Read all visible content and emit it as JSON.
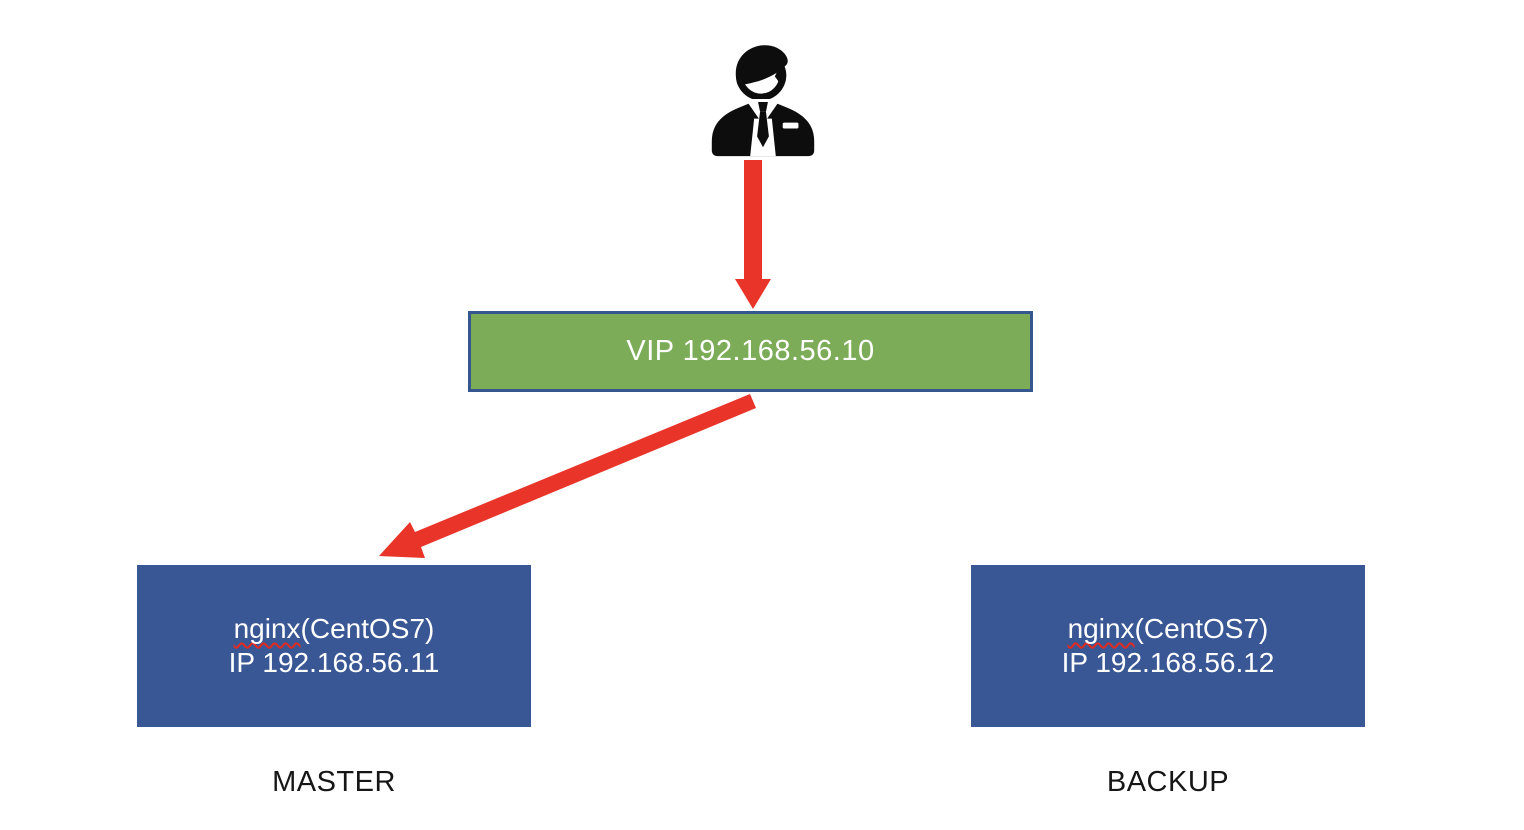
{
  "colors": {
    "arrow_red": "#e93529",
    "vip_green_fill": "#7cac58",
    "vip_border_navy": "#35568f",
    "node_blue_fill": "#3a5795",
    "icon_black": "#0d0d0d",
    "box_text_white": "#ffffff",
    "caption_black": "#161616",
    "spellcheck_squiggle_red": "#e02b20",
    "background": "#ffffff"
  },
  "client": {
    "icon": "businessman-icon"
  },
  "vip": {
    "label": "VIP 192.168.56.10"
  },
  "nodes": [
    {
      "name": "nginx",
      "name_rest": "(CentOS7)",
      "ip": "IP 192.168.56.11",
      "role": "MASTER"
    },
    {
      "name": "nginx",
      "name_rest": "(CentOS7)",
      "ip": "IP 192.168.56.12",
      "role": "BACKUP"
    }
  ]
}
